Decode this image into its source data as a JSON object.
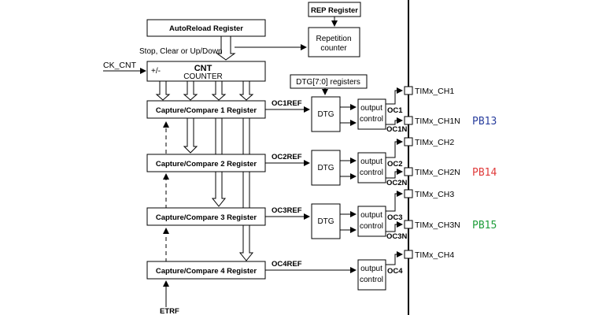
{
  "blocks": {
    "autoreload": "AutoReload Register",
    "rep_register": "REP Register",
    "repetition_line1": "Repetition",
    "repetition_line2": "counter",
    "stop_clear": "Stop, Clear or Up/Down",
    "ck_cnt": "CK_CNT",
    "plus_minus": "+/-",
    "cnt": "CNT",
    "counter": "COUNTER",
    "dtg_registers": "DTG[7:0] registers",
    "etrf": "ETRF"
  },
  "channels": [
    {
      "cc": "Capture/Compare 1 Register",
      "ref": "OC1REF",
      "dtg": "DTG",
      "out1": "output",
      "out2": "control",
      "oc": "OC1",
      "ocn": "OC1N",
      "pin": "TIMx_CH1",
      "pinN": "TIMx_CH1N",
      "pb": "PB13",
      "pb_color": "#2a3f9e"
    },
    {
      "cc": "Capture/Compare 2 Register",
      "ref": "OC2REF",
      "dtg": "DTG",
      "out1": "output",
      "out2": "control",
      "oc": "OC2",
      "ocn": "OC2N",
      "pin": "TIMx_CH2",
      "pinN": "TIMx_CH2N",
      "pb": "PB14",
      "pb_color": "#e03b3b"
    },
    {
      "cc": "Capture/Compare 3 Register",
      "ref": "OC3REF",
      "dtg": "DTG",
      "out1": "output",
      "out2": "control",
      "oc": "OC3",
      "ocn": "OC3N",
      "pin": "TIMx_CH3",
      "pinN": "TIMx_CH3N",
      "pb": "PB15",
      "pb_color": "#1f9e3b"
    },
    {
      "cc": "Capture/Compare 4 Register",
      "ref": "OC4REF",
      "dtg": "",
      "out1": "output",
      "out2": "control",
      "oc": "OC4",
      "ocn": "",
      "pin": "TIMx_CH4",
      "pinN": "",
      "pb": "",
      "pb_color": ""
    }
  ]
}
